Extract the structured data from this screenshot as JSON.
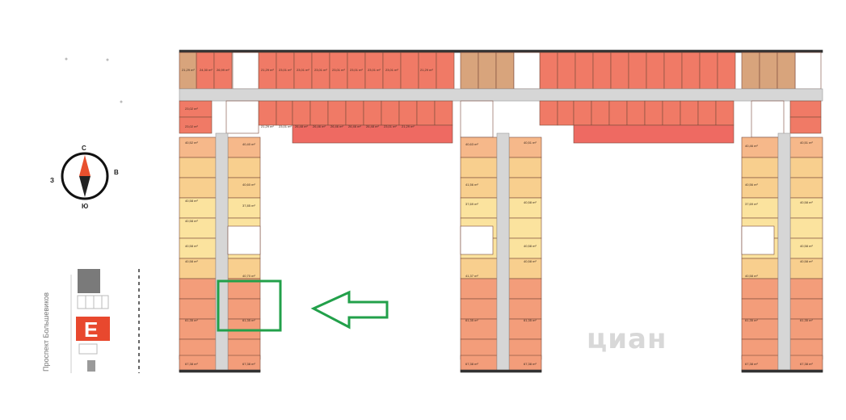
{
  "compass": {
    "north": "С",
    "south": "Ю",
    "east": "В",
    "west": "З"
  },
  "street_label": "Проспект Большевиков",
  "logo_letter": "Е",
  "watermark": "циан",
  "colors": {
    "deep_red": "#ee6a62",
    "red": "#f07a66",
    "salmon": "#f39d7a",
    "peach": "#f6b88a",
    "orange_light": "#f8cf8e",
    "yellow": "#fbe39e",
    "tan": "#d8a47c",
    "corridor": "#d6d6d6",
    "highlight": "#22a04a"
  },
  "plan_labels": {
    "left_wing": [
      "40,52 m²",
      "40,58 m²",
      "40,58 m²",
      "40,58 m²",
      "40,58 m²",
      "61,35 m²",
      "67,38 m²"
    ],
    "left_wing_inner": [
      "40,40 m²",
      "40,60 m²",
      "37,85 m²",
      "40,70 m²",
      "61,35 m²",
      "67,38 m²"
    ],
    "mid_wing": [
      "40,63 m²",
      "41,56 m²",
      "37,69 m²",
      "41,37 m²",
      "61,35 m²",
      "67,38 m²"
    ],
    "mid_wing_inner": [
      "40,51 m²",
      "40,58 m²",
      "40,58 m²",
      "40,58 m²",
      "61,35 m²",
      "67,38 m²"
    ],
    "right_wing": [
      "40,46 m²",
      "40,56 m²",
      "37,69 m²",
      "40,58 m²",
      "61,35 m²",
      "67,38 m²"
    ],
    "right_wing_inner": [
      "40,51 m²",
      "40,58 m²",
      "40,58 m²",
      "40,58 m²",
      "61,35 m²",
      "67,38 m²"
    ],
    "top_row": [
      "21,29 m²",
      "24,30 m²",
      "26,99 m²",
      "21,29 m²",
      "23,01 m²",
      "23,01 m²",
      "23,01 m²",
      "23,01 m²",
      "23,01 m²",
      "23,01 m²",
      "23,01 m²",
      "21,29 m²"
    ],
    "bottom_row": [
      "21,29 m²",
      "23,01 m²",
      "26,48 m²",
      "26,46 m²",
      "26,46 m²",
      "26,46 m²",
      "26,48 m²",
      "23,01 m²",
      "21,29 m²"
    ],
    "corner_small": [
      "23,02 m²",
      "23,02 m²"
    ]
  }
}
